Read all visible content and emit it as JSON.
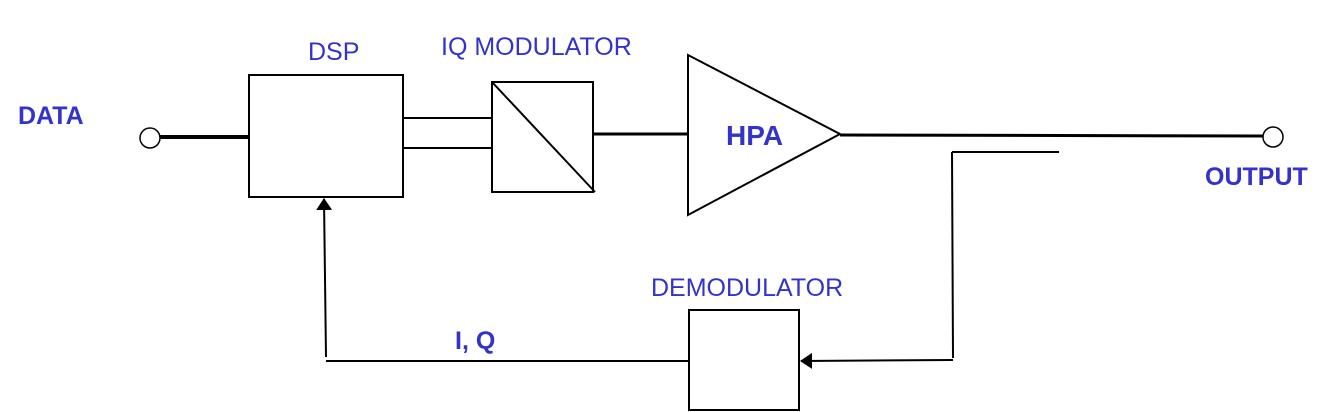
{
  "labels": {
    "data": "DATA",
    "dsp": "DSP",
    "iq_modulator": "IQ MODULATOR",
    "hpa": "HPA",
    "output": "OUTPUT",
    "demodulator": "DEMODULATOR",
    "iq_feedback": "I, Q"
  },
  "colors": {
    "label": "#3333cc",
    "line": "#000000",
    "background": "#ffffff"
  }
}
